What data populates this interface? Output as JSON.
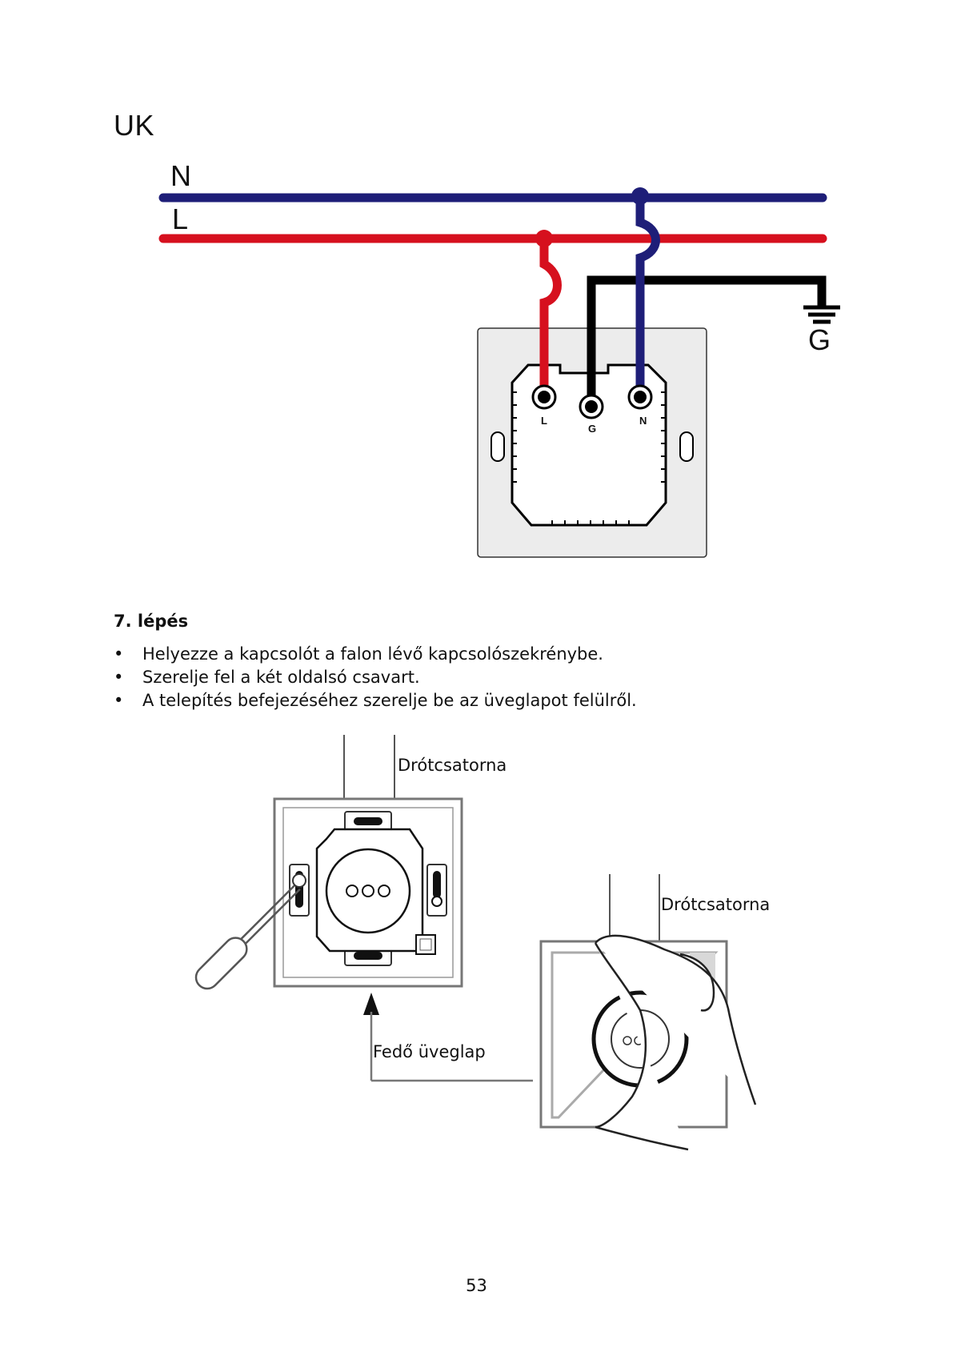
{
  "region": "UK",
  "wiring": {
    "line_labels": {
      "neutral": "N",
      "live": "L"
    },
    "ground_label": "G",
    "terminal_labels": [
      "L",
      "G",
      "N"
    ],
    "colors": {
      "neutral": "#1e1e78",
      "live": "#d6101e",
      "ground": "#000000",
      "plate": "#ececec"
    }
  },
  "step": {
    "title": "7. lépés",
    "bullets": [
      "Helyezze a kapcsolót a falon lévő kapcsolószekrénybe.",
      "Szerelje fel a két oldalsó csavart.",
      "A telepítés befejezéséhez szerelje be az üveglapot felülről."
    ]
  },
  "illustration": {
    "channel_label_left": "Drótcsatorna",
    "channel_label_right": "Drótcsatorna",
    "cover_label": "Fedő üveglap"
  },
  "page_number": "53"
}
